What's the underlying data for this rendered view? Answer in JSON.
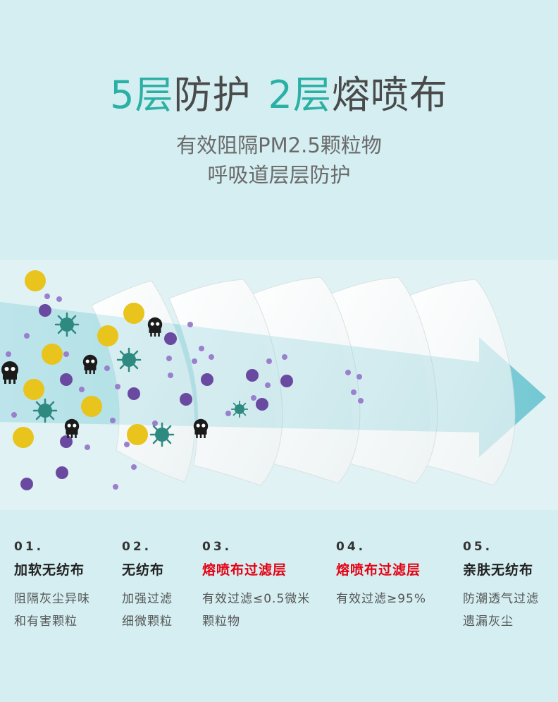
{
  "headline": {
    "part1_accent": "5层",
    "part1_text": "防护",
    "part2_accent": "2层",
    "part2_text": "熔喷布"
  },
  "subtitle": {
    "line1": "有效阻隔PM2.5颗粒物",
    "line2": "呼吸道层层防护"
  },
  "colors": {
    "accent": "#2bb0a5",
    "highlight_red": "#e60012",
    "particle_yellow": "#e9c41c",
    "particle_purple": "#6a4aa0",
    "virus_teal": "#2e8a80"
  },
  "layers": [
    {
      "number": "01.",
      "name": "加软无纺布",
      "highlight": false,
      "desc": [
        "阻隔灰尘异味",
        "和有害颗粒"
      ]
    },
    {
      "number": "02.",
      "name": "无纺布",
      "highlight": false,
      "desc": [
        "加强过滤",
        "细微颗粒"
      ]
    },
    {
      "number": "03.",
      "name": "熔喷布过滤层",
      "highlight": true,
      "desc": [
        "有效过滤≤0.5微米",
        "颗粒物"
      ]
    },
    {
      "number": "04.",
      "name": "熔喷布过滤层",
      "highlight": true,
      "desc": [
        "有效过滤≥95%"
      ]
    },
    {
      "number": "05.",
      "name": "亲肤无纺布",
      "highlight": false,
      "desc": [
        "防潮透气过滤",
        "遗漏灰尘"
      ]
    }
  ]
}
